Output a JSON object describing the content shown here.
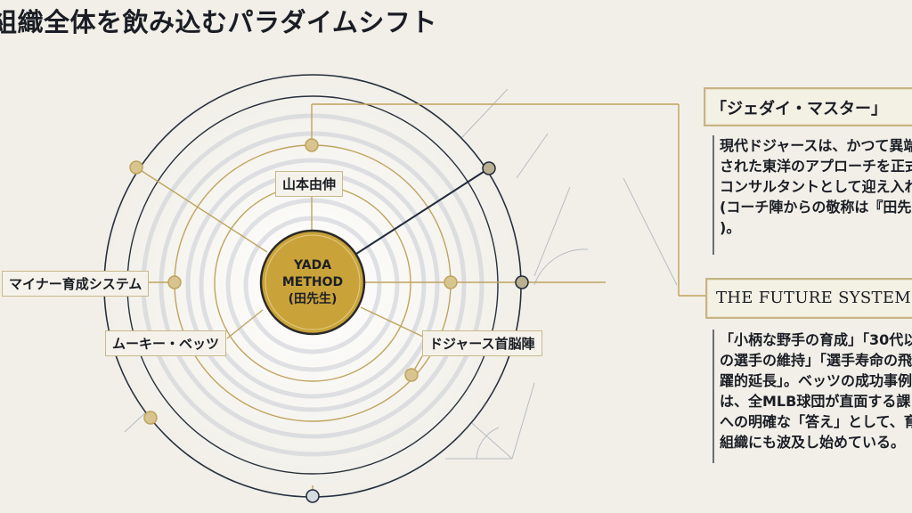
{
  "title": "組織全体を飲み込むパラダイムシフト",
  "center": {
    "line1": "YADA",
    "line2": "METHOD",
    "line3": "(田先生)"
  },
  "labels": {
    "top": "山本由伸",
    "left": "マイナー育成システム",
    "lower_left": "ムーキー・ベッツ",
    "lower_right": "ドジャース首脳陣"
  },
  "panels": [
    {
      "heading": "「ジェダイ・マスター」",
      "lines": [
        "現代ドジャースは、かつて異端と",
        "された東洋のアプローチを正式",
        "コンサルタントとして迎え入れ",
        "(コーチ陣からの敬称は『田先生",
        ")。"
      ]
    },
    {
      "heading": "THE FUTURE SYSTEM",
      "lines": [
        "「小柄な野手の育成」「30代以",
        "の選手の維持」「選手寿命の飛",
        "躍的延長」。ベッツの成功事例",
        "は、全MLB球団が直面する課",
        "への明確な「答え」として、育",
        "組織にも波及し始めている。"
      ]
    }
  ],
  "colors": {
    "gold": "#c9a93a",
    "navy": "#1f2a3a",
    "ring_gold": "#bfa45e",
    "background": "#f1efe8"
  }
}
